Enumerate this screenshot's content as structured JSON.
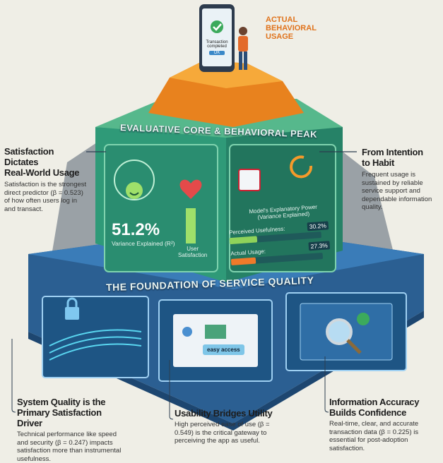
{
  "peak": {
    "label_line1": "ACTUAL",
    "label_line2": "BEHAVIORAL",
    "label_line3": "USAGE",
    "phone_text_line1": "Transaction",
    "phone_text_line2": "completed",
    "phone_button": "OK"
  },
  "core": {
    "title": "EVALUATIVE CORE & BEHAVIORAL PEAK",
    "variance_value": "51.2%",
    "variance_label": "Variance Explained (R²)",
    "meter_label_line1": "User",
    "meter_label_line2": "Satisfaction",
    "power_title_line1": "Model's Explanatory Power",
    "power_title_line2": "(Variance Explained)",
    "bars": [
      {
        "label": "Perceived Usefulness:",
        "value": "30.2%",
        "percent": 30.2,
        "color": "#8fd35a"
      },
      {
        "label": "Actual Usage:",
        "value": "27.3%",
        "percent": 27.3,
        "color": "#f07a2a"
      }
    ]
  },
  "foundation": {
    "title": "THE FOUNDATION OF SERVICE QUALITY",
    "easy_access": "easy access"
  },
  "callouts": {
    "satisfaction": {
      "title_line1": "Satisfaction Dictates",
      "title_line2": "Real-World Usage",
      "body": "Satisfaction is the strongest direct predictor (β = 0.523) of how often users log in and transact."
    },
    "habit": {
      "title_line1": "From Intention",
      "title_line2": "to Habit",
      "body": "Frequent usage is sustained by reliable service support and dependable information quality."
    },
    "system": {
      "title_line1": "System Quality is the",
      "title_line2": "Primary Satisfaction Driver",
      "body": "Technical performance like speed and security (β = 0.247) impacts satisfaction more than instrumental usefulness."
    },
    "usability": {
      "title_line1": "Usability Bridges Utility",
      "body": "High perceived ease of use (β = 0.549) is the critical gateway to perceiving the app as useful."
    },
    "information": {
      "title_line1": "Information Accuracy",
      "title_line2": "Builds Confidence",
      "body": "Real-time, clear, and accurate transaction data (β = 0.225) is essential for post-adoption satisfaction."
    }
  },
  "colors": {
    "green": "#2f9a78",
    "blue": "#2d6da3",
    "orange": "#e8821e",
    "bg": "#efeee6"
  }
}
